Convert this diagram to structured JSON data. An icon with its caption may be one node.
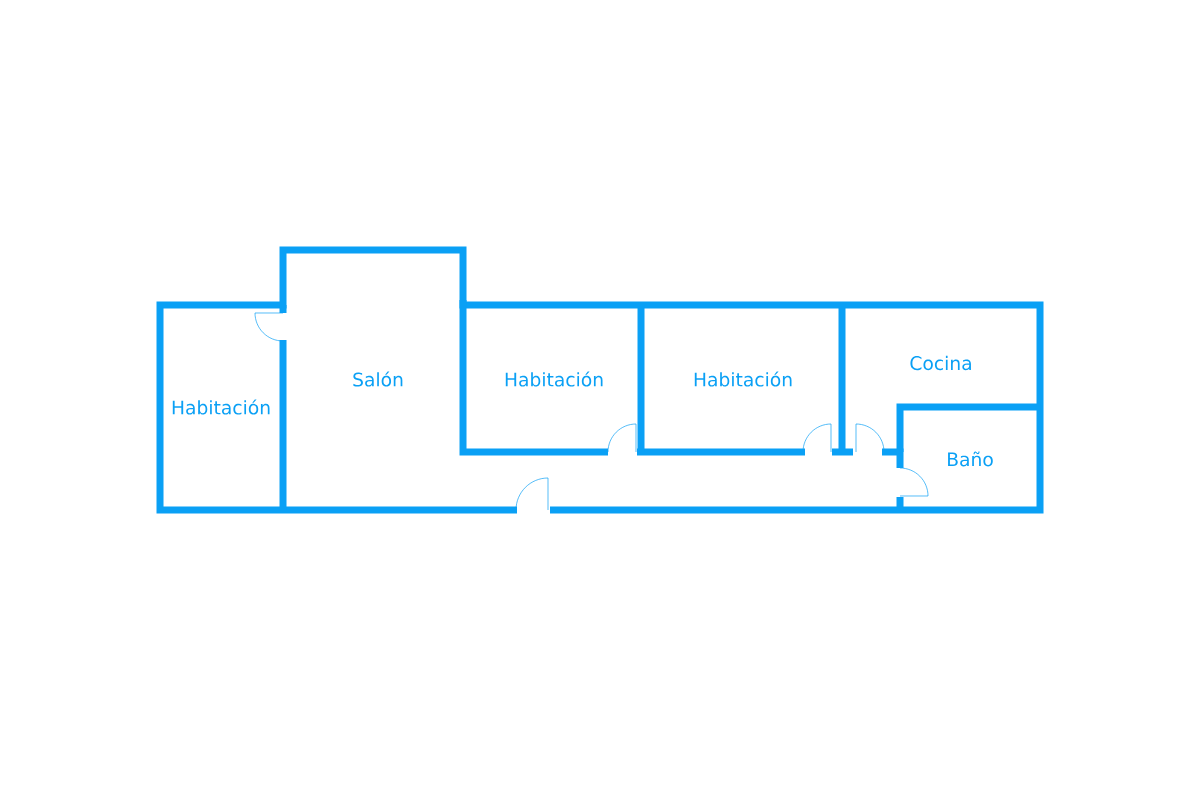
{
  "diagram": {
    "labels": [
      "Habitación",
      "Salón",
      "Habitación",
      "Habitación",
      "Cocina",
      "Baño"
    ]
  }
}
